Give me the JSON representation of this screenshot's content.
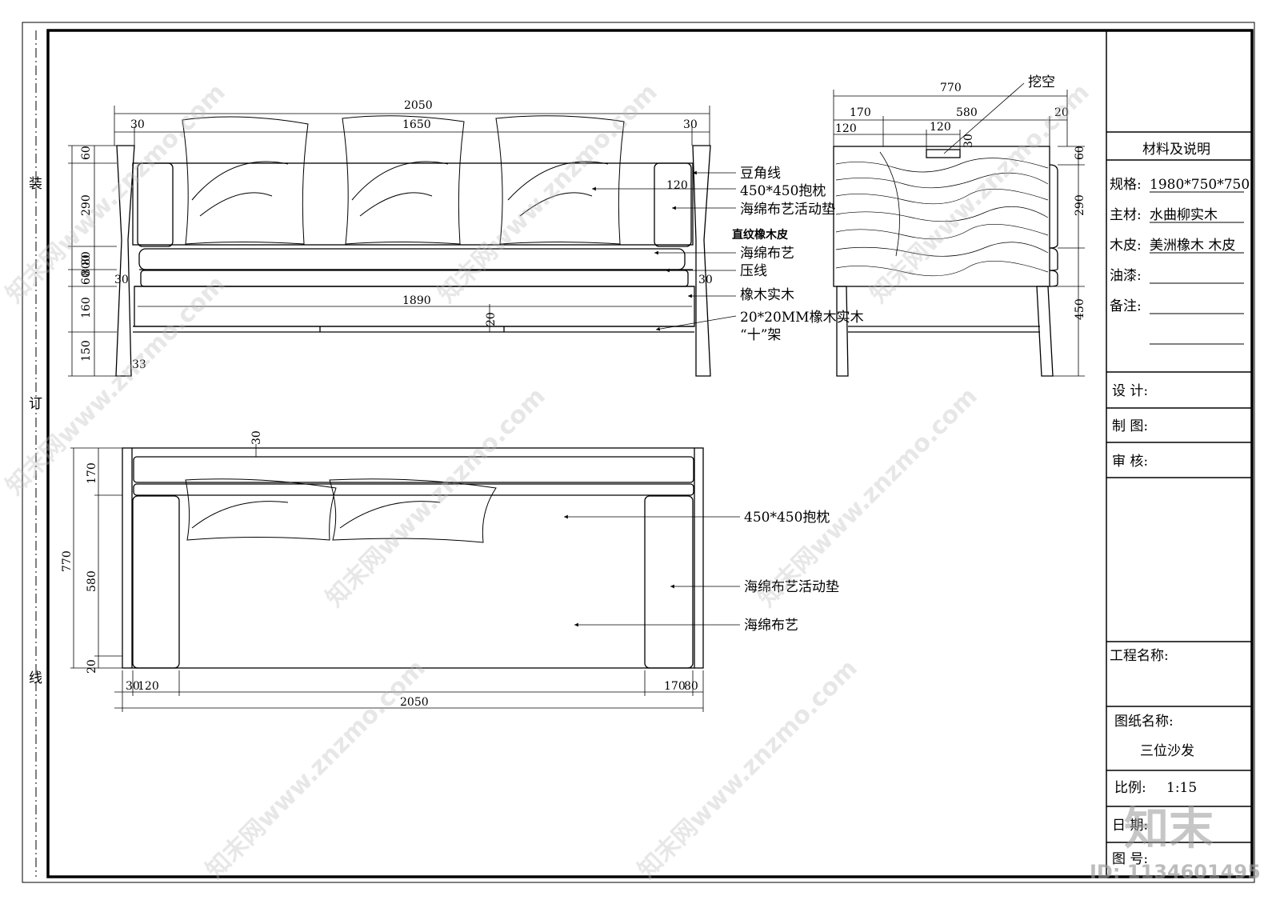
{
  "binding": {
    "zhuang": "装",
    "ding": "订",
    "xian": "线"
  },
  "front": {
    "total": "2050",
    "side_l": "30",
    "side_r": "30",
    "mid": "1650",
    "inner": "1890",
    "v60": "60",
    "v290": "290",
    "v80": "80",
    "v60b": "60",
    "v160": "160",
    "v150": "150",
    "total_h": "800",
    "arm": "120",
    "leg_l": "30",
    "leg_r": "30",
    "angle": "33",
    "gap": "20"
  },
  "notes_front": {
    "n1": "豆角线",
    "n2": "450*450抱枕",
    "n3": "海绵布艺活动垫",
    "n4": "直纹橡木皮",
    "n5": "海绵布艺",
    "n6": "压线",
    "n7": "橡木实木",
    "n8": "20*20MM橡木实木",
    "n9": "“十”架"
  },
  "side": {
    "total": "770",
    "a": "170",
    "b": "580",
    "c": "20",
    "d": "120",
    "e": "120",
    "f": "30",
    "v60": "60",
    "v290": "290",
    "v450": "450",
    "hole": "挖空"
  },
  "plan": {
    "top": "30",
    "v170": "170",
    "v770": "770",
    "v580": "580",
    "v20": "20",
    "b30": "30",
    "b120": "120",
    "b170": "170",
    "b80": "80",
    "total": "2050"
  },
  "notes_plan": {
    "n1": "450*450抱枕",
    "n2": "海绵布艺活动垫",
    "n3": "海绵布艺"
  },
  "titleblock": {
    "header": "材料及说明",
    "spec_label": "规格:",
    "spec_value": "1980*750*750",
    "main_label": "主材:",
    "main_value": "水曲柳实木",
    "veneer_label": "木皮:",
    "veneer_value": "美洲橡木 木皮",
    "paint_label": "油漆:",
    "remark_label": "备注:",
    "design": "设  计:",
    "draw": "制  图:",
    "check": "审  核:",
    "project": "工程名称:",
    "drawing_name_label": "图纸名称:",
    "drawing_name": "三位沙发",
    "scale_label": "比例:",
    "scale": "1:15",
    "date_label": "日  期:",
    "number_label": "图  号:"
  },
  "watermark": {
    "text": "知末网www.znzmo.com",
    "brand": "知末",
    "id": "ID: 1134601495"
  }
}
